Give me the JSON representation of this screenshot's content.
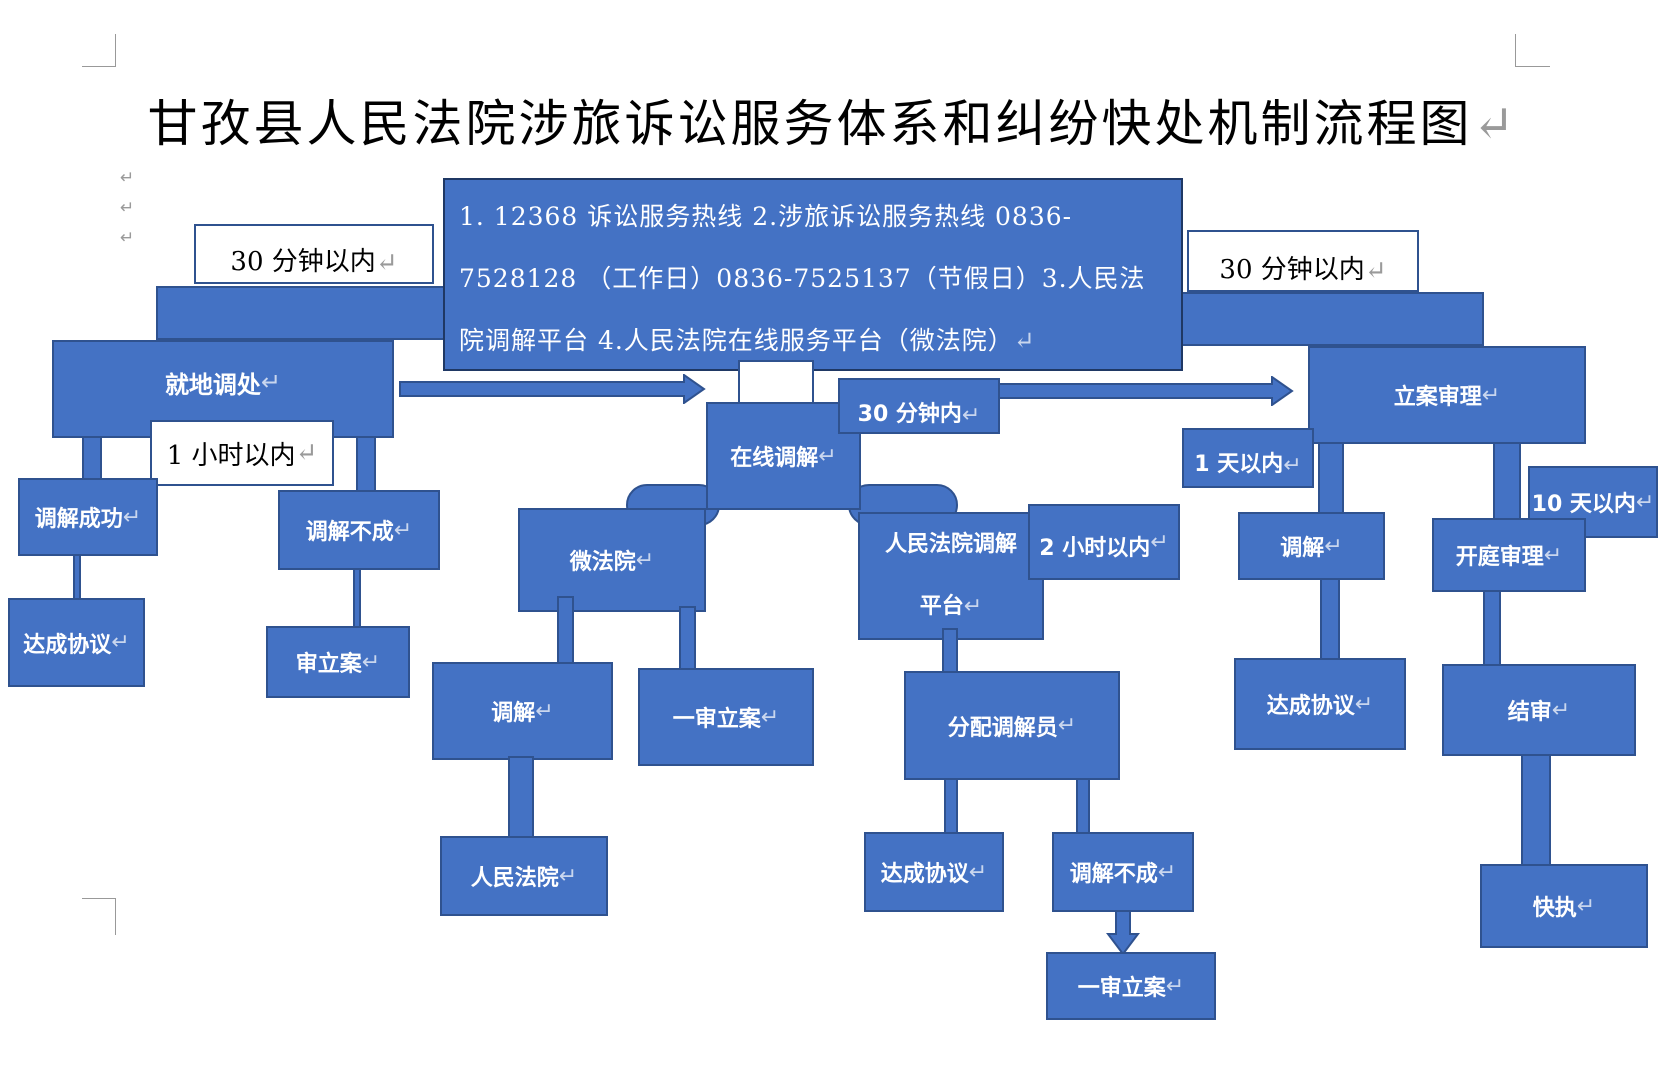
{
  "title": "甘孜县人民法院涉旅诉讼服务体系和纠纷快处机制流程图",
  "paragraph_mark": "↵",
  "hotlines": [
    "1. 12368 诉讼服务热线 2.涉旅诉讼服务热线 0836-",
    "7528128 （工作日）0836-7525137（节假日）3.人民法",
    "院调解平台 4.人民法院在线服务平台（微法院）"
  ],
  "time_labels": {
    "left_30min": "30 分钟以内",
    "right_30min": "30 分钟以内",
    "within_1h": "1 小时以内",
    "within_30min": "30 分钟内",
    "within_1day": "1 天以内",
    "within_2h": "2 小时以内",
    "within_10days": "10 天以内"
  },
  "nodes": {
    "onsite_mediation": "就地调处",
    "mediation_success": "调解成功",
    "mediation_failed_left": "调解不成",
    "agreement_left": "达成协议",
    "case_filing_left": "审立案",
    "online_mediation": "在线调解",
    "wei_court": "微法院",
    "mediate_a": "调解",
    "people_court": "人民法院",
    "first_instance_a": "一审立案",
    "court_platform_line1": "人民法院调解",
    "court_platform_line2": "平台",
    "assign_mediator": "分配调解员",
    "agreement_mid": "达成协议",
    "mediation_failed_mid": "调解不成",
    "first_instance_b": "一审立案",
    "filing_review": "立案审理",
    "mediate_b": "调解",
    "court_hearing": "开庭审理",
    "agreement_right": "达成协议",
    "trial_closed": "结审",
    "fast_execution": "快执"
  },
  "colors": {
    "box_fill": "#4472c4",
    "box_border": "#2f528f",
    "text_on_box": "#ffffff"
  }
}
